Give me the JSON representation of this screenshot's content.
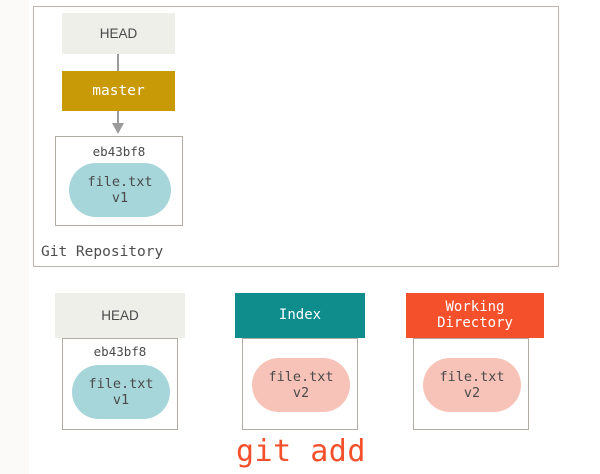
{
  "diagram": {
    "title": "Git staging area diagram",
    "colors": {
      "head_box": "#eeefe9",
      "master_box": "#c99a08",
      "index_box": "#0f8c8c",
      "working_dir_box": "#f4502c",
      "blob_committed": "#a6d5da",
      "blob_modified": "#f7c2b7",
      "frame_border": "#b9b5ad",
      "connector": "#9b9b9b",
      "command_text": "#f4502c",
      "background": "#ffffff"
    },
    "repository": {
      "frame_label": "Git Repository",
      "head": {
        "label": "HEAD"
      },
      "branch": {
        "label": "master"
      },
      "commit": {
        "sha": "eb43bf8",
        "blob": {
          "filename": "file.txt",
          "version": "v1"
        }
      }
    },
    "areas": [
      {
        "id": "head",
        "header": "HEAD",
        "header_style": "head",
        "sha": "eb43bf8",
        "blob": {
          "filename": "file.txt",
          "version": "v1",
          "style": "teal"
        }
      },
      {
        "id": "index",
        "header": "Index",
        "header_style": "index",
        "sha": "",
        "blob": {
          "filename": "file.txt",
          "version": "v2",
          "style": "pink"
        }
      },
      {
        "id": "working-directory",
        "header_line1": "Working",
        "header_line2": "Directory",
        "header_style": "working",
        "sha": "",
        "blob": {
          "filename": "file.txt",
          "version": "v2",
          "style": "pink"
        }
      }
    ],
    "command": {
      "text": "git add"
    }
  }
}
